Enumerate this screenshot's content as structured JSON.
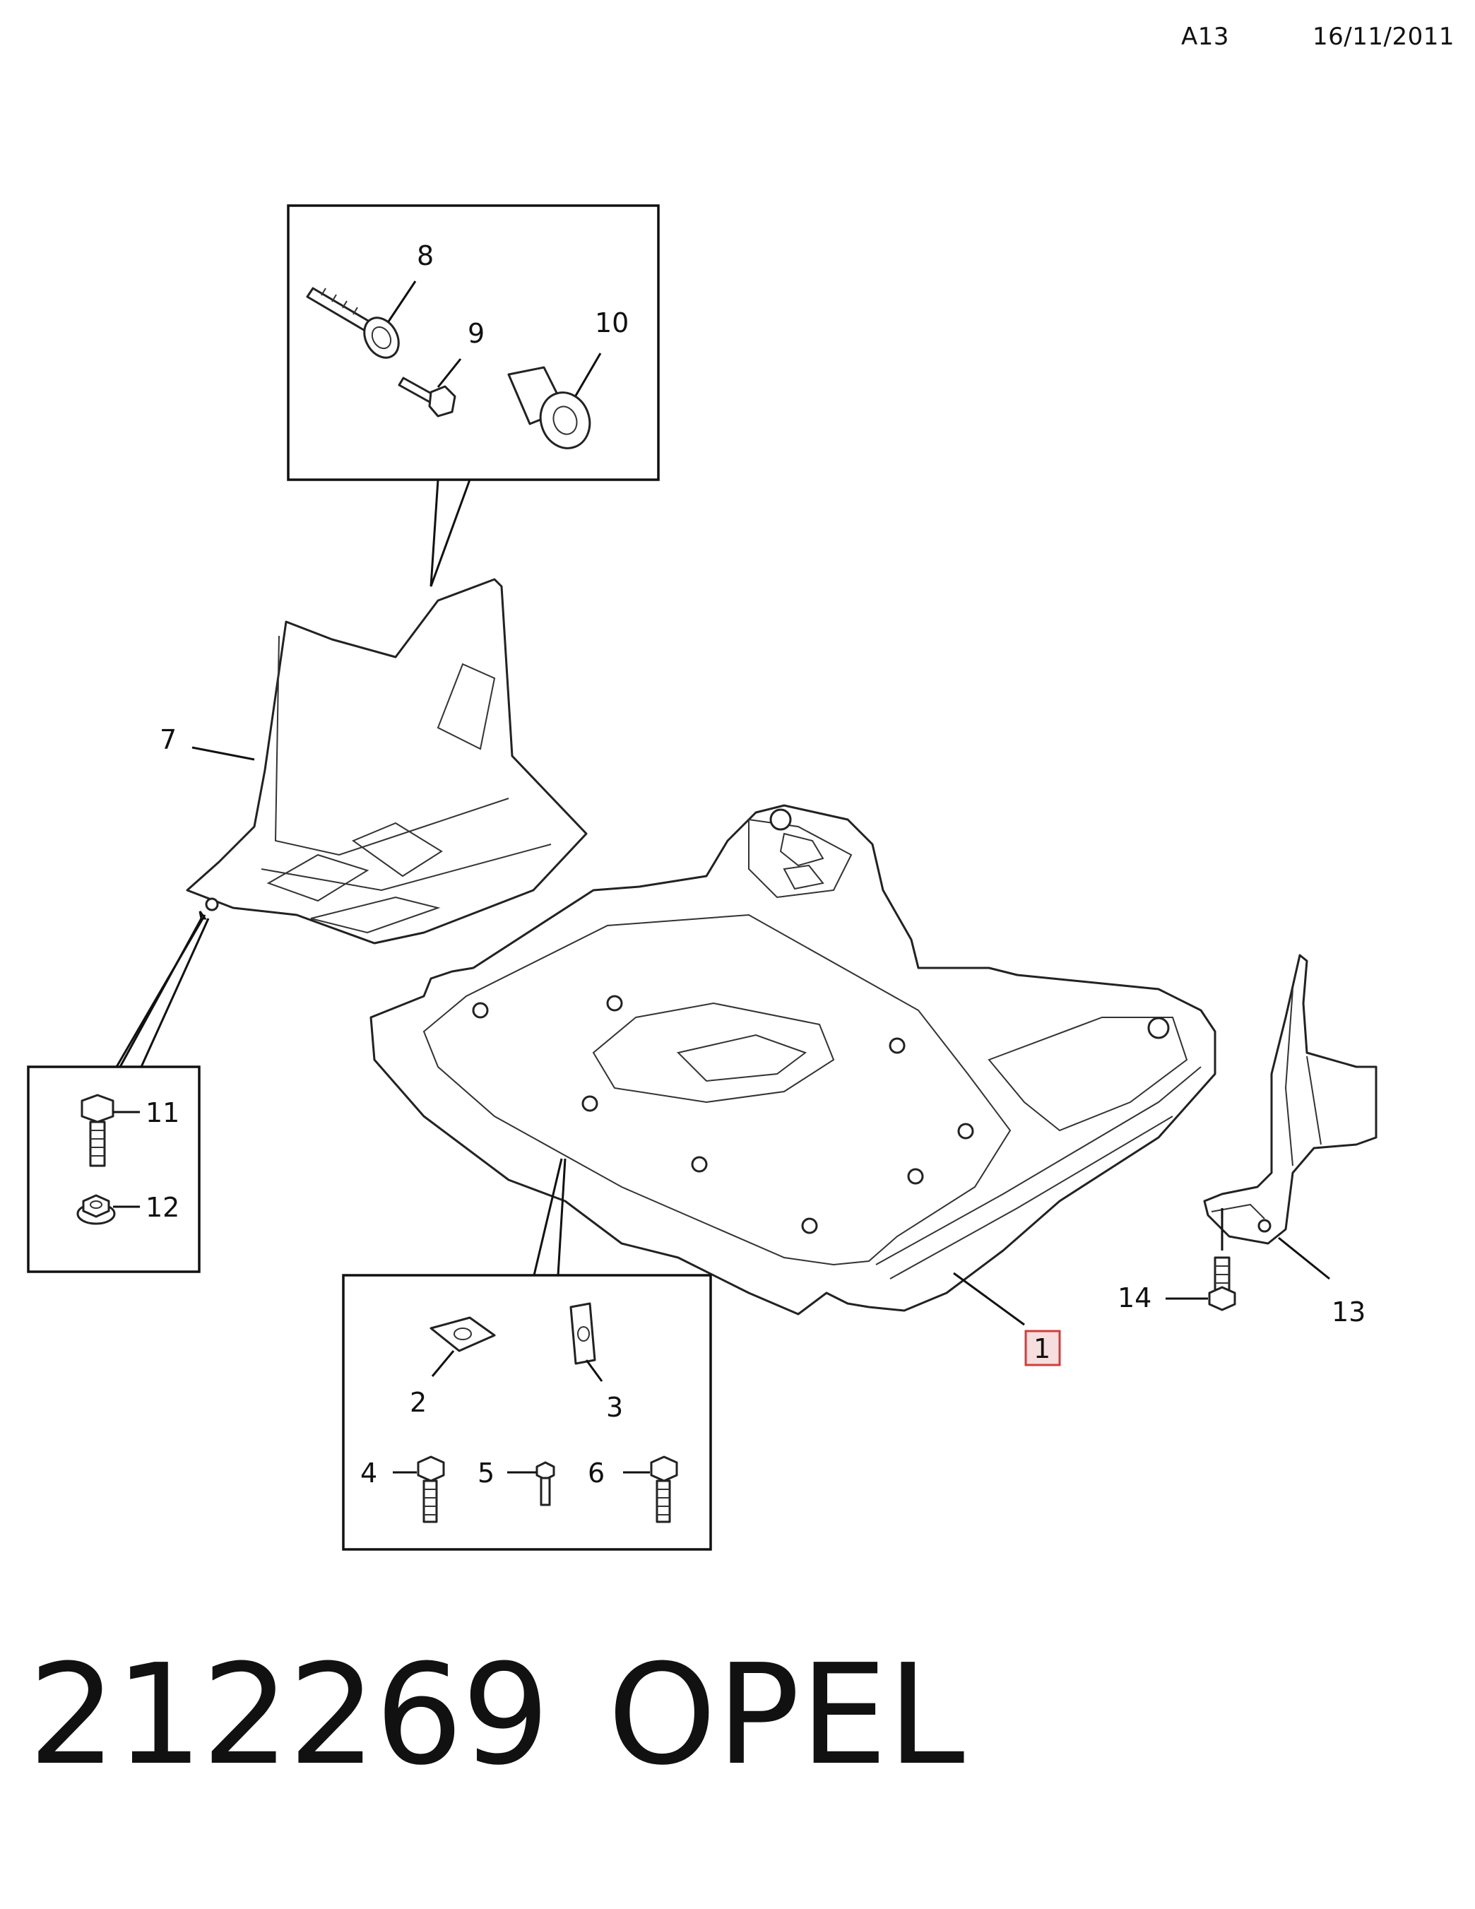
{
  "header": {
    "page_code": "A13",
    "date": "16/11/2011"
  },
  "callouts": {
    "c1": "1",
    "c2": "2",
    "c3": "3",
    "c4": "4",
    "c5": "5",
    "c6": "6",
    "c7": "7",
    "c8": "8",
    "c9": "9",
    "c10": "10",
    "c11": "11",
    "c12": "12",
    "c13": "13",
    "c14": "14"
  },
  "highlighted_callout": "1",
  "colors": {
    "highlight_fill": "#f6dede",
    "highlight_border": "#d23c3c"
  },
  "footer": {
    "part_number": "212269",
    "brand": "OPEL"
  }
}
